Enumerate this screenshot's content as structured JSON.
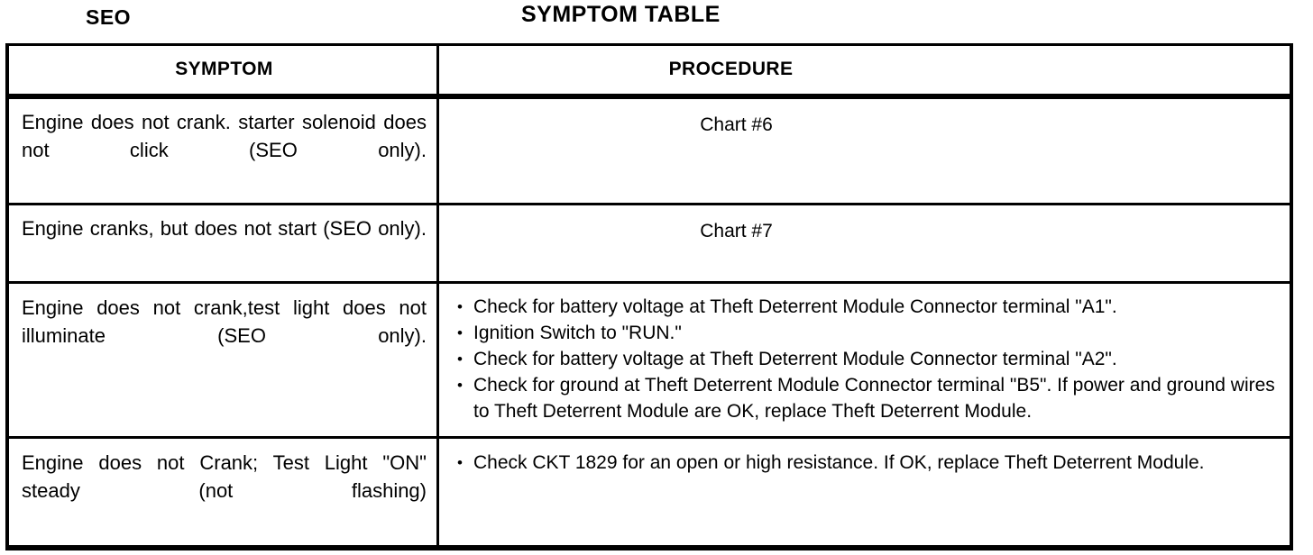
{
  "page": {
    "corner_label": "SEO",
    "title": "SYMPTOM TABLE"
  },
  "table": {
    "columns": {
      "symptom": "SYMPTOM",
      "procedure": "PROCEDURE"
    },
    "rows": [
      {
        "symptom": "Engine does not crank. starter solenoid does not click (SEO only).",
        "procedure_kind": "text",
        "procedure_text": "Chart #6",
        "procedure_bullets": []
      },
      {
        "symptom": "Engine cranks, but does not start (SEO only).",
        "procedure_kind": "text",
        "procedure_text": "Chart #7",
        "procedure_bullets": []
      },
      {
        "symptom": "Engine does not crank,test light does not illuminate (SEO only).",
        "procedure_kind": "bullets",
        "procedure_text": "",
        "procedure_bullets": [
          "Check for battery voltage at Theft Deterrent Module Connector terminal \"A1\".",
          "Ignition Switch to \"RUN.\"",
          "Check for battery voltage at Theft Deterrent Module Connector terminal \"A2\".",
          "Check for ground at Theft Deterrent Module Connector terminal \"B5\". If power and ground wires to Theft Deterrent Module are OK, replace Theft Deterrent Module."
        ]
      },
      {
        "symptom": "Engine does not Crank; Test Light \"ON\" steady (not flashing)",
        "procedure_kind": "bullets",
        "procedure_text": "",
        "procedure_bullets": [
          "Check CKT 1829 for an open or high resistance. If OK, replace Theft Deterrent Module."
        ]
      }
    ]
  },
  "glyphs": {
    "bullet": "•"
  },
  "colors": {
    "ink": "#000000",
    "page": "#ffffff"
  }
}
